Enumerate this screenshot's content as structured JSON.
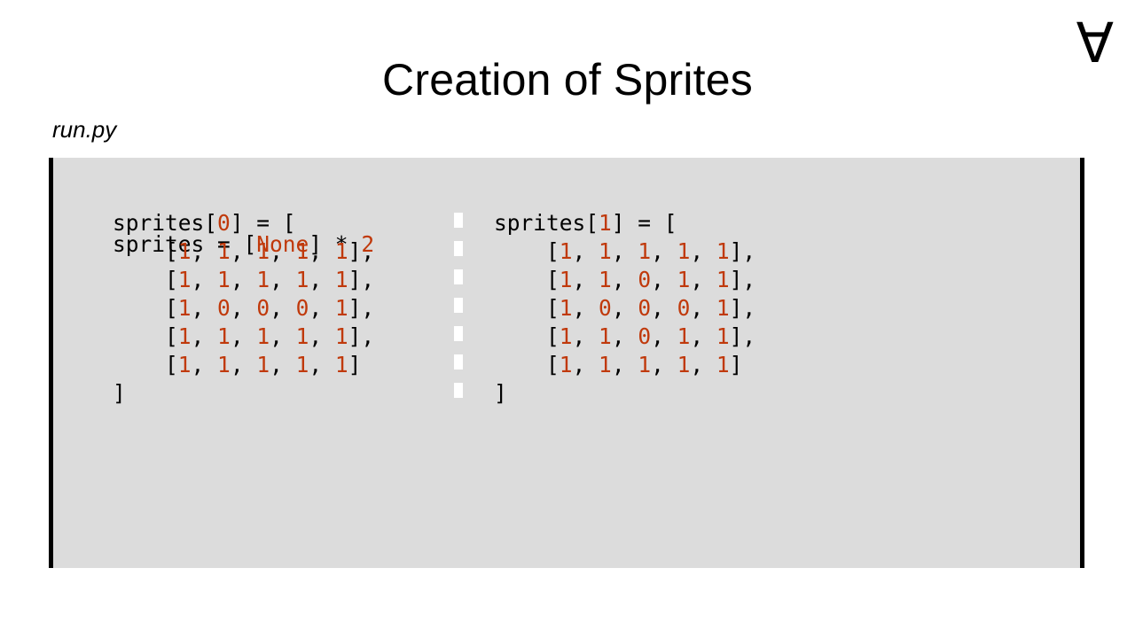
{
  "slide": {
    "title": "Creation of Sprites",
    "logo_glyph": "∀",
    "filename": "run.py"
  },
  "code": {
    "init_line": {
      "var": "sprites",
      "op": " = [",
      "value": "None",
      "tail": "] * ",
      "count": "2"
    },
    "sprites": [
      {
        "open_prefix": "sprites[",
        "index": "0",
        "open_suffix": "] = [",
        "rows": [
          [
            "1",
            "1",
            "1",
            "1",
            "1"
          ],
          [
            "1",
            "1",
            "1",
            "1",
            "1"
          ],
          [
            "1",
            "0",
            "0",
            "0",
            "1"
          ],
          [
            "1",
            "1",
            "1",
            "1",
            "1"
          ],
          [
            "1",
            "1",
            "1",
            "1",
            "1"
          ]
        ],
        "close": "]"
      },
      {
        "open_prefix": "sprites[",
        "index": "1",
        "open_suffix": "] = [",
        "rows": [
          [
            "1",
            "1",
            "1",
            "1",
            "1"
          ],
          [
            "1",
            "1",
            "0",
            "1",
            "1"
          ],
          [
            "1",
            "0",
            "0",
            "0",
            "1"
          ],
          [
            "1",
            "1",
            "0",
            "1",
            "1"
          ],
          [
            "1",
            "1",
            "1",
            "1",
            "1"
          ]
        ],
        "close": "]"
      }
    ]
  },
  "colors": {
    "code_background": "#dcdcdc",
    "literal": "#c0390b",
    "border": "#000000"
  }
}
